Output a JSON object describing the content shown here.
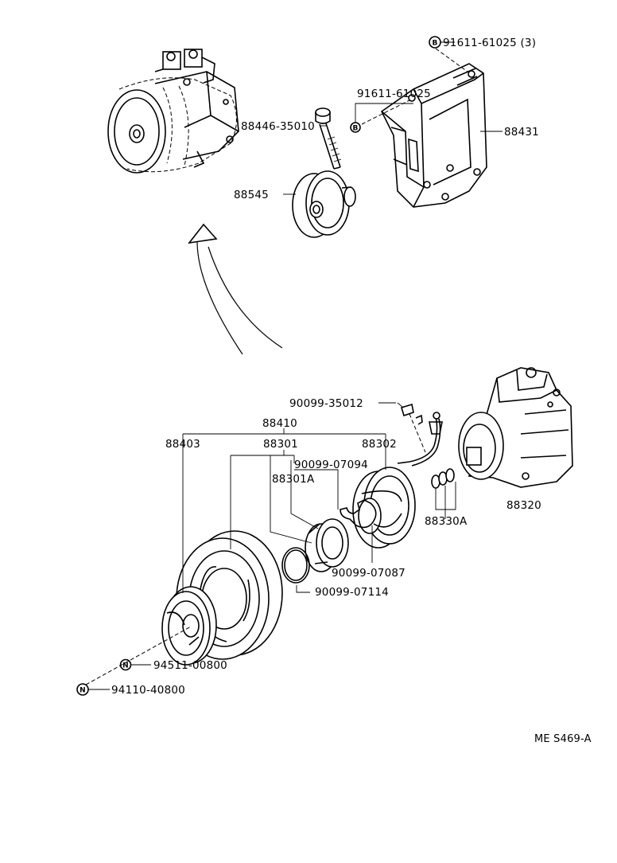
{
  "labels": {
    "p91611_61025_3": "91611-61025 (3)",
    "p91611_61025": "91611-61025",
    "p88446_35010": "88446-35010",
    "p88431": "88431",
    "p88545": "88545",
    "p90099_35012": "90099-35012",
    "p88410": "88410",
    "p88403": "88403",
    "p88301": "88301",
    "p88302": "88302",
    "p90099_07094": "90099-07094",
    "p88301A": "88301A",
    "p88320": "88320",
    "p88330A": "88330A",
    "p90099_07087": "90099-07087",
    "p90099_07114": "90099-07114",
    "p94511_00800": "94511-00800",
    "p94110_40800": "94110-40800"
  },
  "markers": {
    "b": "B",
    "n": "N"
  },
  "code": "ME S469-A",
  "icons": [
    "compressor-assembly-icon",
    "bracket-icon",
    "bolt-icon",
    "idler-pulley-icon",
    "clutch-pulley-icon",
    "field-coil-icon",
    "pressure-plate-icon",
    "snap-ring-icon",
    "shim-icon",
    "compressor-body-icon",
    "arrow-icon"
  ]
}
